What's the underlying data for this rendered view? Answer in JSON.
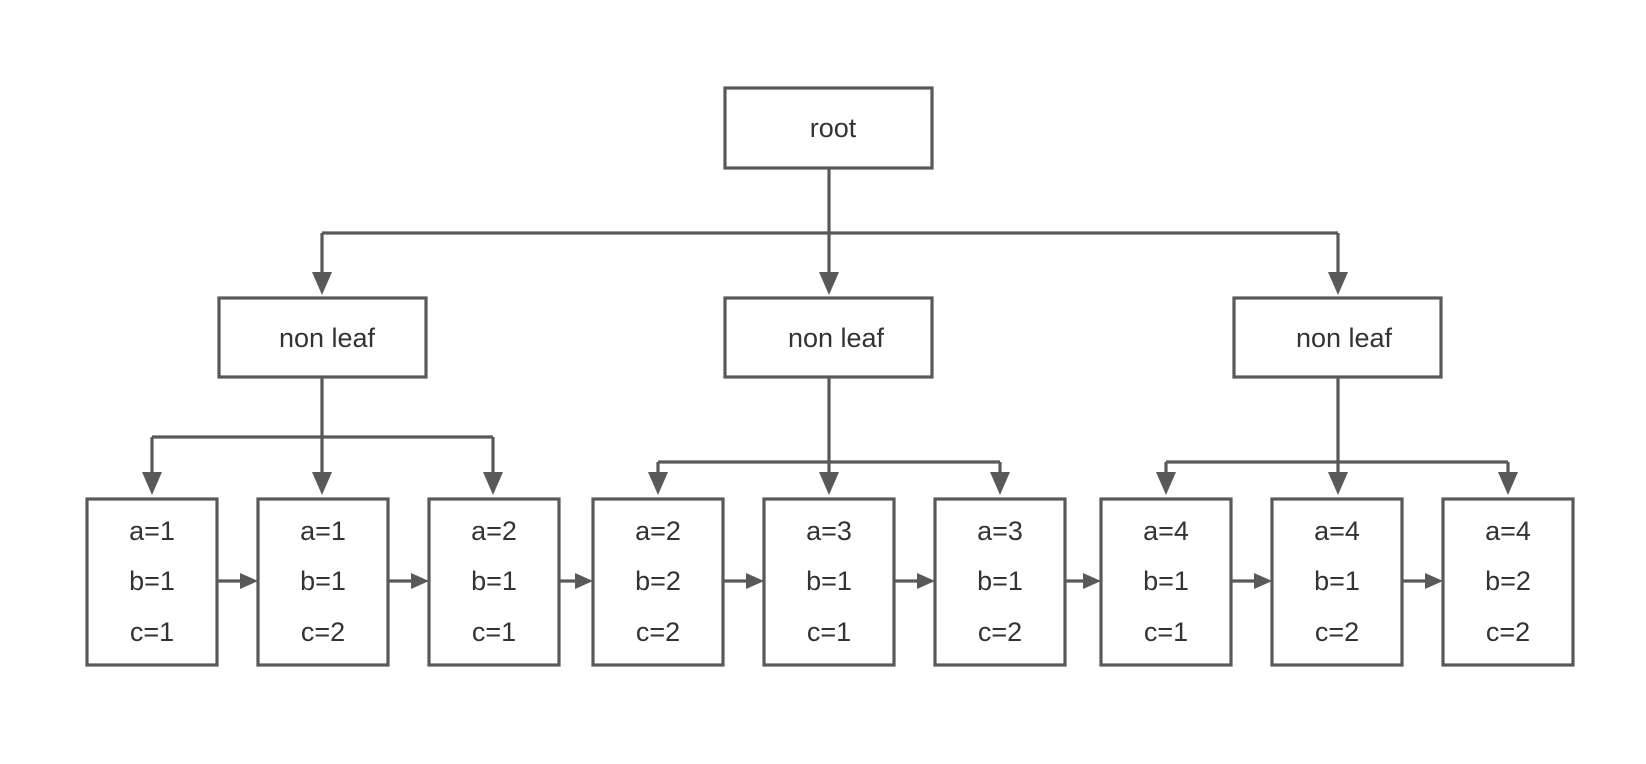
{
  "colors": {
    "line": "#595959",
    "text": "#333333",
    "background": "#ffffff"
  },
  "root": {
    "label": "root"
  },
  "non_leaf": [
    {
      "label": "non leaf"
    },
    {
      "label": "non leaf"
    },
    {
      "label": "non leaf"
    }
  ],
  "leaves": [
    {
      "lines": [
        "a=1",
        "b=1",
        "c=1"
      ]
    },
    {
      "lines": [
        "a=1",
        "b=1",
        "c=2"
      ]
    },
    {
      "lines": [
        "a=2",
        "b=1",
        "c=1"
      ]
    },
    {
      "lines": [
        "a=2",
        "b=2",
        "c=2"
      ]
    },
    {
      "lines": [
        "a=3",
        "b=1",
        "c=1"
      ]
    },
    {
      "lines": [
        "a=3",
        "b=1",
        "c=2"
      ]
    },
    {
      "lines": [
        "a=4",
        "b=1",
        "c=1"
      ]
    },
    {
      "lines": [
        "a=4",
        "b=1",
        "c=2"
      ]
    },
    {
      "lines": [
        "a=4",
        "b=2",
        "c=2"
      ]
    }
  ]
}
